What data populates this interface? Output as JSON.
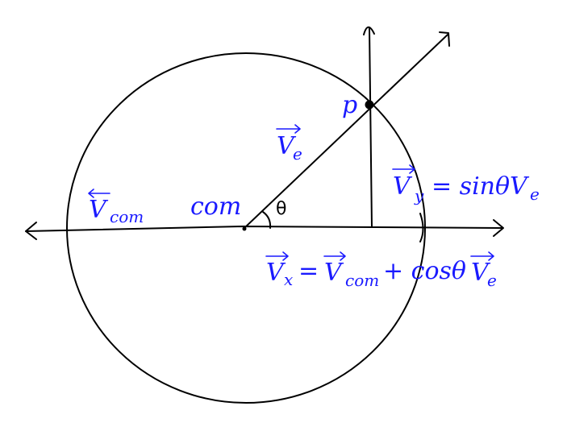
{
  "labels": {
    "v_com_label": {
      "vec": "V",
      "sub": "com"
    },
    "com": "com",
    "theta": "θ",
    "p": "p",
    "v_e": {
      "vec": "V",
      "sub": "e"
    },
    "v_y": {
      "vec": "V",
      "sub": "y",
      "rhs": "= sinθV",
      "rhs_sub": "e"
    },
    "v_x": {
      "vec": "V",
      "sub": "x",
      "eq": "=",
      "term1_vec": "V",
      "term1_sub": "com",
      "plus": "+ cosθ",
      "term2_vec": "V",
      "term2_sub": "e"
    }
  }
}
